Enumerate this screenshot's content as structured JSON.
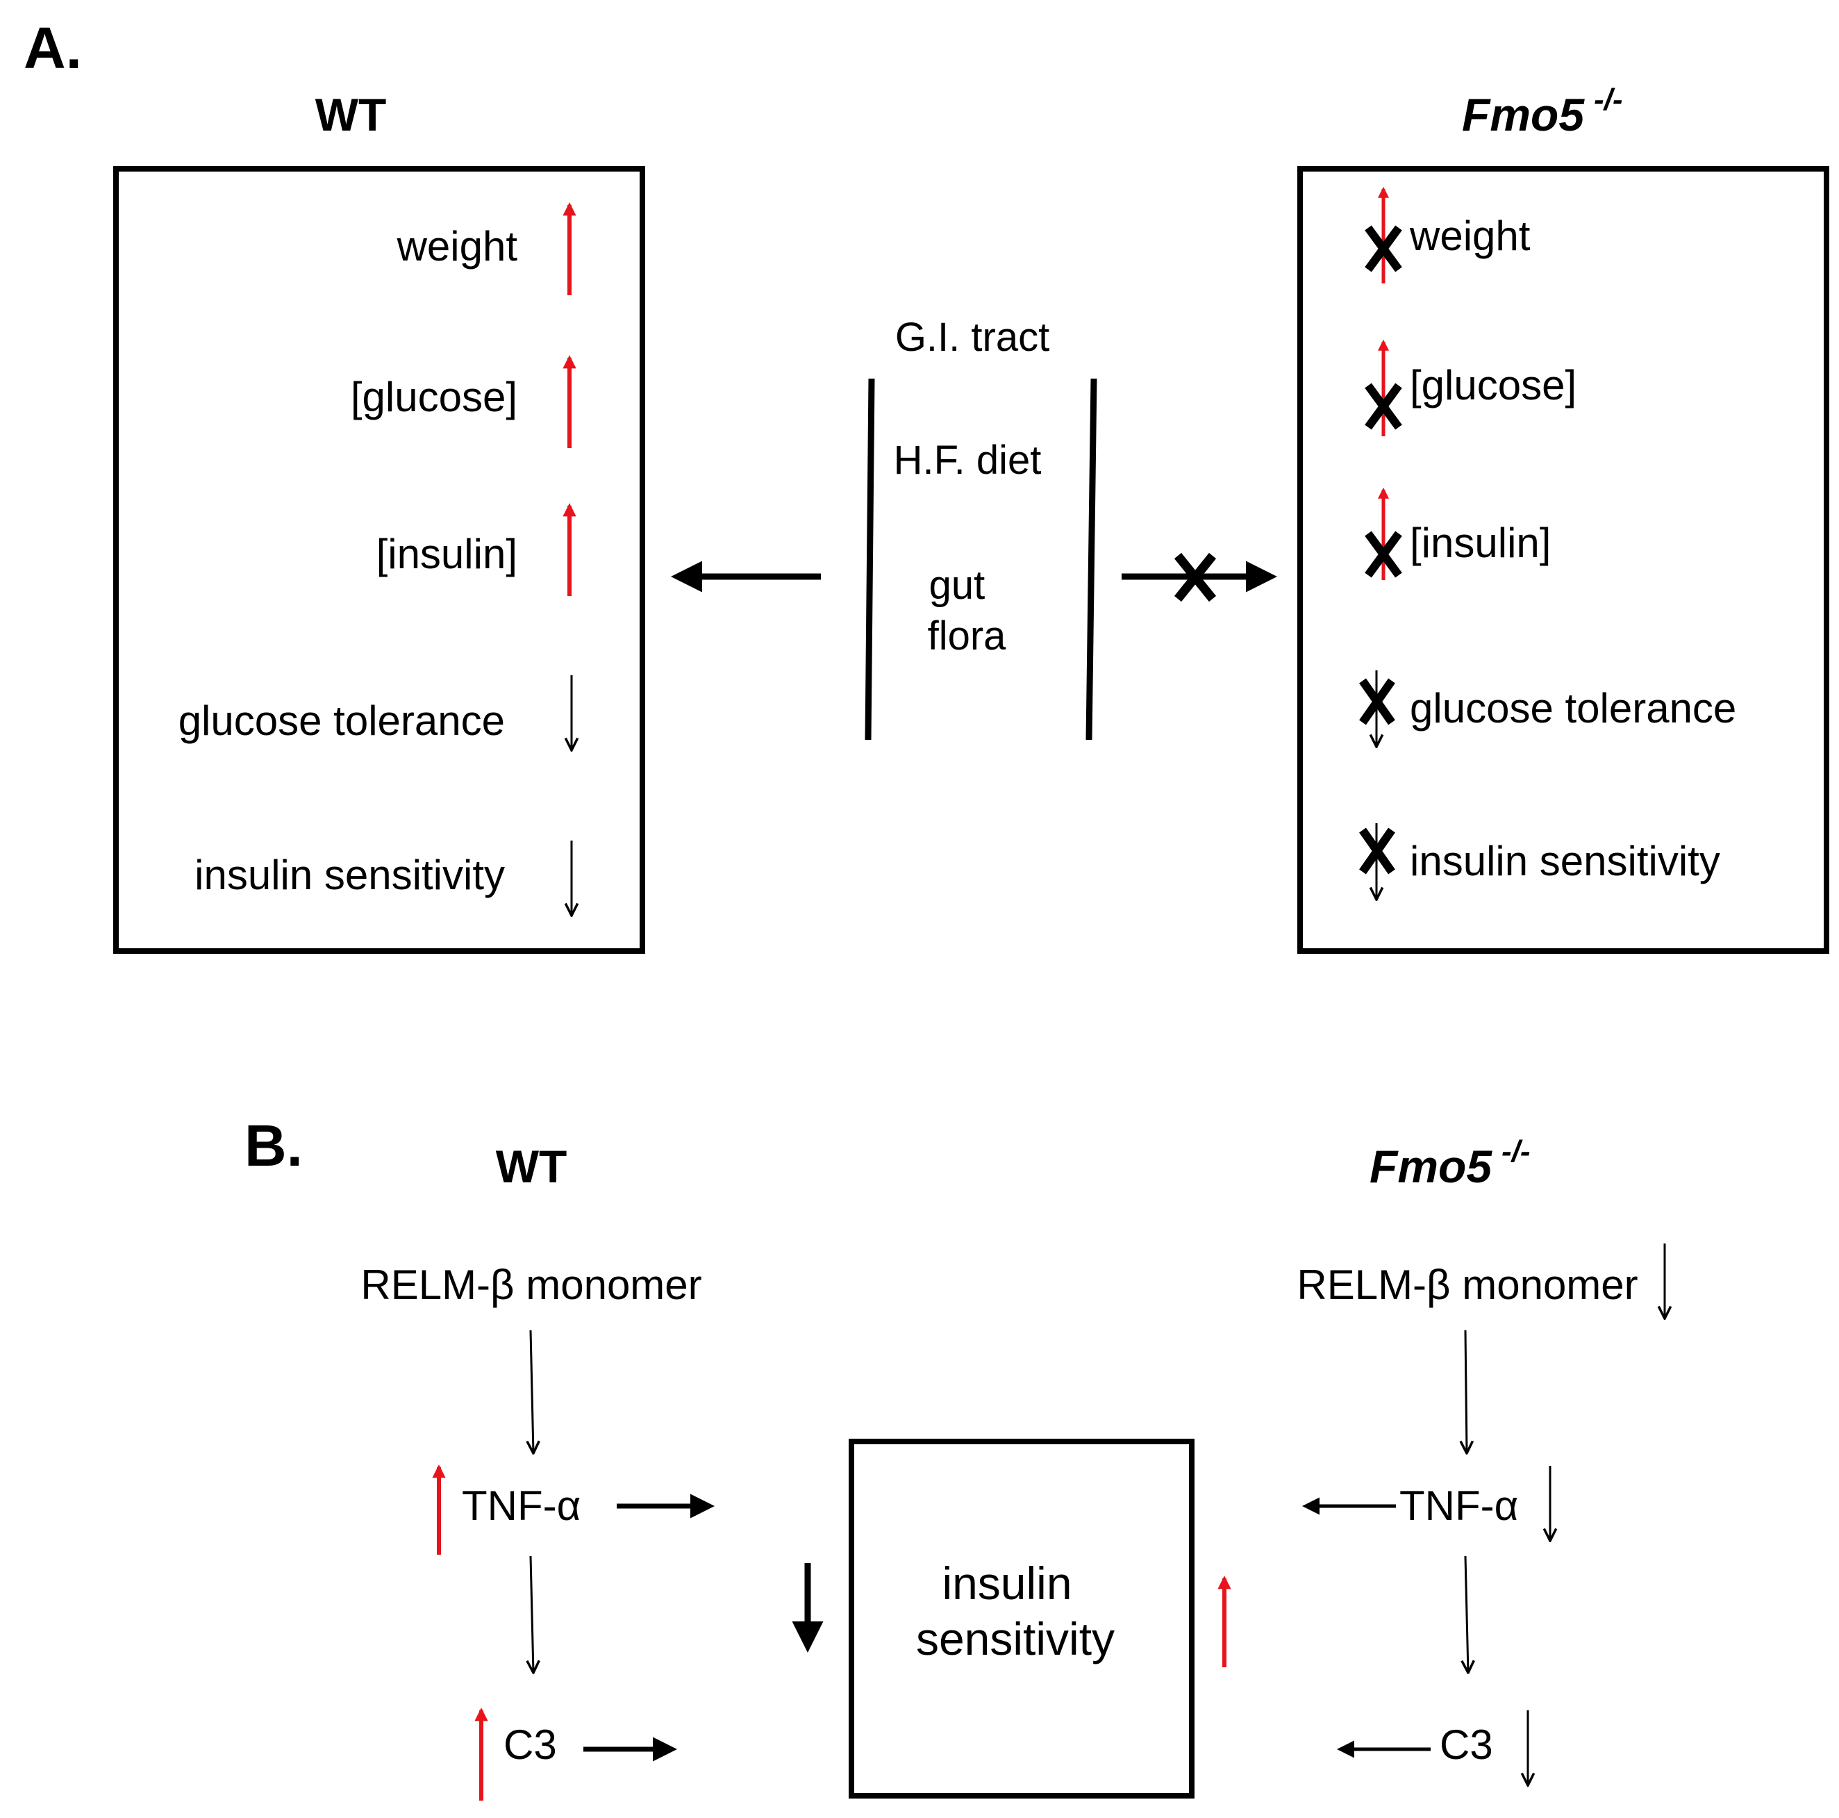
{
  "colors": {
    "increase": "#e8141c",
    "ink": "#000000",
    "background": "#ffffff"
  },
  "panel_a": {
    "label": "A.",
    "wt": {
      "title": "WT",
      "rows": [
        {
          "text": "weight",
          "change": "up"
        },
        {
          "text": "[glucose]",
          "change": "up"
        },
        {
          "text": "[insulin]",
          "change": "up"
        },
        {
          "text": "glucose tolerance",
          "change": "down"
        },
        {
          "text": "insulin sensitivity",
          "change": "down"
        }
      ]
    },
    "ko": {
      "title": "Fmo5",
      "title_sup": "-/-",
      "rows": [
        {
          "text": "weight",
          "change": "up",
          "blocked": true
        },
        {
          "text": "[glucose]",
          "change": "up",
          "blocked": true
        },
        {
          "text": "[insulin]",
          "change": "up",
          "blocked": true
        },
        {
          "text": "glucose tolerance",
          "change": "down",
          "blocked": true
        },
        {
          "text": "insulin sensitivity",
          "change": "down",
          "blocked": true
        }
      ]
    },
    "center": {
      "top": "G.I. tract",
      "middle": "H.F. diet",
      "bottom_1": "gut",
      "bottom_2": "flora"
    }
  },
  "panel_b": {
    "label": "B.",
    "wt": {
      "title": "WT",
      "monomer": "RELM-β monomer",
      "tnf": "TNF-α",
      "c3": "C3"
    },
    "ko": {
      "title": "Fmo5",
      "title_sup": "-/-",
      "monomer": "RELM-β monomer",
      "tnf": "TNF-α",
      "c3": "C3"
    },
    "center_box": {
      "line1": "insulin",
      "line2": "sensitivity"
    }
  }
}
